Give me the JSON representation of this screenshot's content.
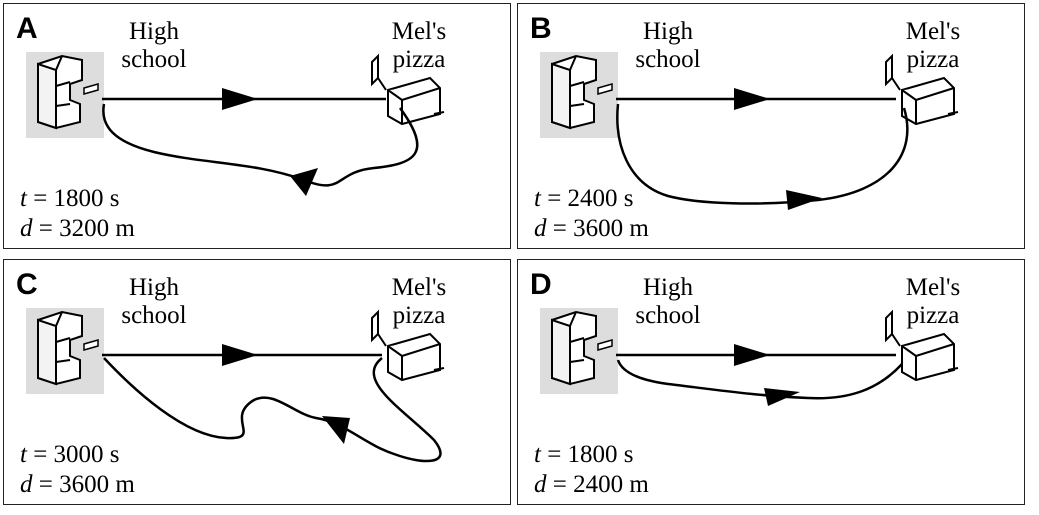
{
  "labels": {
    "school": [
      "High",
      "school"
    ],
    "pizza": [
      "Mel's",
      "pizza"
    ]
  },
  "panels": [
    {
      "letter": "A",
      "t_var": "t",
      "t_text": "= 1800 s",
      "d_var": "d",
      "d_text": "= 3200 m"
    },
    {
      "letter": "B",
      "t_var": "t",
      "t_text": "= 2400 s",
      "d_var": "d",
      "d_text": "= 3600 m"
    },
    {
      "letter": "C",
      "t_var": "t",
      "t_text": "= 3000 s",
      "d_var": "d",
      "d_text": "= 3600 m"
    },
    {
      "letter": "D",
      "t_var": "t",
      "t_text": "= 1800 s",
      "d_var": "d",
      "d_text": "= 2400 m"
    }
  ],
  "colors": {
    "line": "#000000",
    "school_bg": "#dddddd"
  }
}
